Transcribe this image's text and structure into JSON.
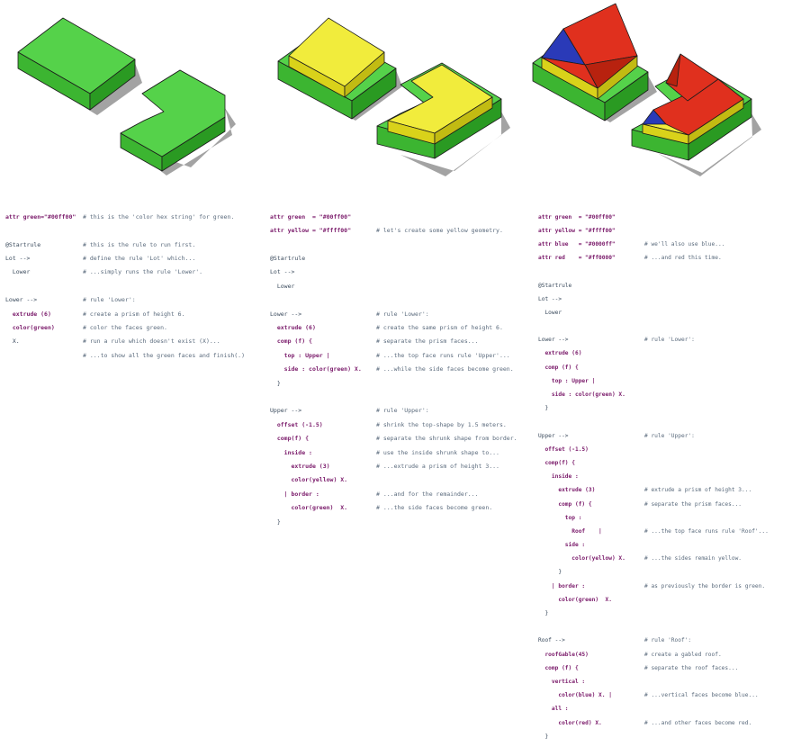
{
  "colors": {
    "green_top": "#55d24a",
    "green_front": "#3cb531",
    "green_side": "#2a9a22",
    "yellow_top": "#f1ec3c",
    "yellow_front": "#d9d21a",
    "yellow_side": "#c2bb12",
    "red": "#e0301e",
    "red_dark": "#b8220f",
    "blue": "#2a3ab8",
    "shadow": "#a3a3a3",
    "outline": "#1c1c1c"
  },
  "panels": [
    {
      "lines": [
        [
          "attr green=\"#00ff00\"",
          "# this is the 'color hex string' for green."
        ],
        [
          "",
          ""
        ],
        [
          "@Startrule",
          "# this is the rule to run first."
        ],
        [
          "Lot -->",
          "# define the rule 'Lot' which..."
        ],
        [
          "  Lower",
          "# ...simply runs the rule 'Lower'."
        ],
        [
          "",
          ""
        ],
        [
          "Lower -->",
          "# rule 'Lower':"
        ],
        [
          "  extrude (6)",
          "# create a prism of height 6."
        ],
        [
          "  color(green)",
          "# color the faces green."
        ],
        [
          "  X.",
          "# run a rule which doesn't exist (X)..."
        ],
        [
          "",
          "# ...to show all the green faces and finish(.)"
        ]
      ]
    },
    {
      "lines": [
        [
          "attr green  = \"#00ff00\"",
          ""
        ],
        [
          "attr yellow = \"#ffff00\"",
          "# let's create some yellow geometry."
        ],
        [
          "",
          ""
        ],
        [
          "@Startrule",
          ""
        ],
        [
          "Lot -->",
          ""
        ],
        [
          "  Lower",
          ""
        ],
        [
          "",
          ""
        ],
        [
          "Lower -->",
          "# rule 'Lower':"
        ],
        [
          "  extrude (6)",
          "# create the same prism of height 6."
        ],
        [
          "  comp (f) {",
          "# separate the prism faces..."
        ],
        [
          "    top : Upper |",
          "# ...the top face runs rule 'Upper'..."
        ],
        [
          "    side : color(green) X.",
          "# ...while the side faces become green."
        ],
        [
          "  }",
          ""
        ],
        [
          "",
          ""
        ],
        [
          "Upper -->",
          "# rule 'Upper':"
        ],
        [
          "  offset (-1.5)",
          "# shrink the top-shape by 1.5 meters."
        ],
        [
          "  comp(f) {",
          "# separate the shrunk shape from border."
        ],
        [
          "    inside :",
          "# use the inside shrunk shape to..."
        ],
        [
          "      extrude (3)",
          "# ...extrude a prism of height 3..."
        ],
        [
          "      color(yellow) X.",
          ""
        ],
        [
          "    | border :",
          "# ...and for the remainder..."
        ],
        [
          "      color(green)  X.",
          "# ...the side faces become green."
        ],
        [
          "  }",
          ""
        ]
      ]
    },
    {
      "lines": [
        [
          "attr green  = \"#00ff00\"",
          ""
        ],
        [
          "attr yellow = \"#ffff00\"",
          ""
        ],
        [
          "attr blue   = \"#0000ff\"",
          "# we'll also use blue..."
        ],
        [
          "attr red    = \"#ff0000\"",
          "# ...and red this time."
        ],
        [
          "",
          ""
        ],
        [
          "@Startrule",
          ""
        ],
        [
          "Lot -->",
          ""
        ],
        [
          "  Lower",
          ""
        ],
        [
          "",
          ""
        ],
        [
          "Lower -->",
          "# rule 'Lower':"
        ],
        [
          "  extrude (6)",
          ""
        ],
        [
          "  comp (f) {",
          ""
        ],
        [
          "    top : Upper |",
          ""
        ],
        [
          "    side : color(green) X.",
          ""
        ],
        [
          "  }",
          ""
        ],
        [
          "",
          ""
        ],
        [
          "Upper -->",
          "# rule 'Upper':"
        ],
        [
          "  offset (-1.5)",
          ""
        ],
        [
          "  comp(f) {",
          ""
        ],
        [
          "    inside :",
          ""
        ],
        [
          "      extrude (3)",
          "# extrude a prism of height 3..."
        ],
        [
          "      comp (f) {",
          "# separate the prism faces..."
        ],
        [
          "        top :",
          ""
        ],
        [
          "          Roof    |",
          "# ...the top face runs rule 'Roof'..."
        ],
        [
          "        side :",
          ""
        ],
        [
          "          color(yellow) X.",
          "# ...the sides remain yellow."
        ],
        [
          "      }",
          ""
        ],
        [
          "    | border :",
          "# as previously the border is green."
        ],
        [
          "      color(green)  X.",
          ""
        ],
        [
          "  }",
          ""
        ],
        [
          "",
          ""
        ],
        [
          "Roof -->",
          "# rule 'Roof':"
        ],
        [
          "  roofGable(45)",
          "# create a gabled roof."
        ],
        [
          "  comp (f) {",
          "# separate the roof faces..."
        ],
        [
          "    vertical :",
          ""
        ],
        [
          "      color(blue) X. |",
          "# ...vertical faces become blue..."
        ],
        [
          "    all :",
          ""
        ],
        [
          "      color(red) X.",
          "# ...and other faces become red."
        ],
        [
          "  }",
          ""
        ]
      ]
    }
  ]
}
